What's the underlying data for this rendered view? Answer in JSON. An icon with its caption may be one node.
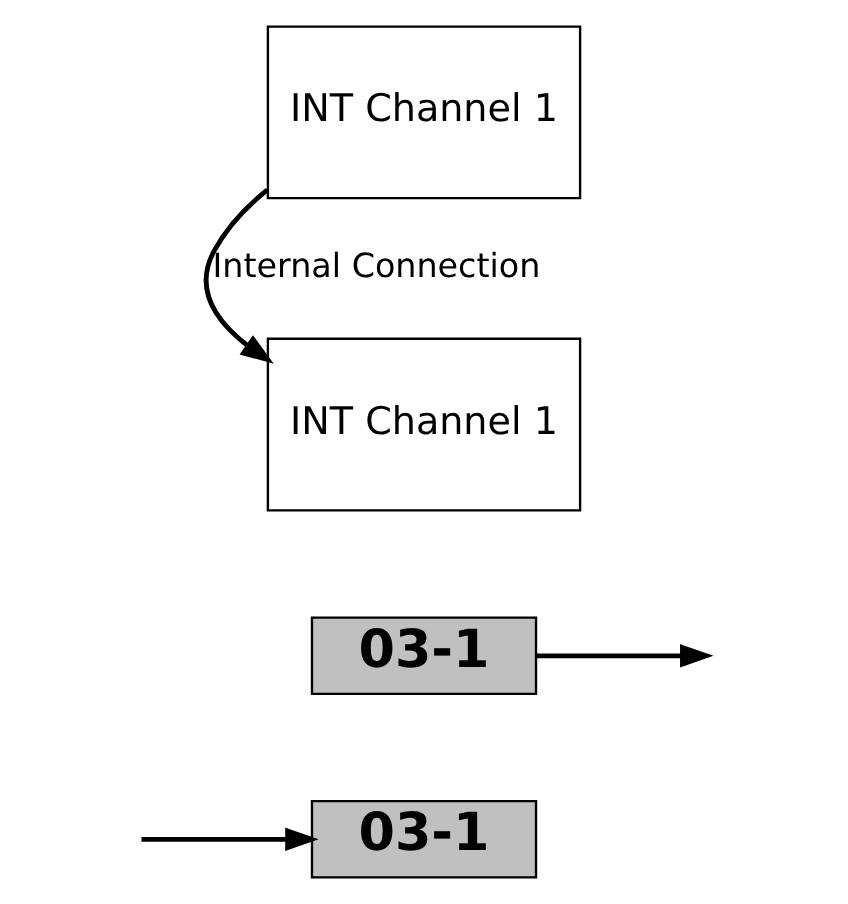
{
  "diagram": {
    "nodes": [
      {
        "text": [
          "INT Channel 1"
        ]
      },
      {
        "text": [
          "INT Channel 1"
        ]
      },
      {
        "text": [
          "03-1"
        ]
      },
      {
        "text": [
          "03-1"
        ]
      }
    ],
    "edges": [
      {
        "from": 0,
        "to": 1,
        "arrow": "to",
        "label": "Internal Connection"
      },
      {
        "from": 2,
        "to": null,
        "arrow": "to"
      },
      {
        "from": null,
        "to": 3,
        "arrow": "to"
      }
    ]
  }
}
